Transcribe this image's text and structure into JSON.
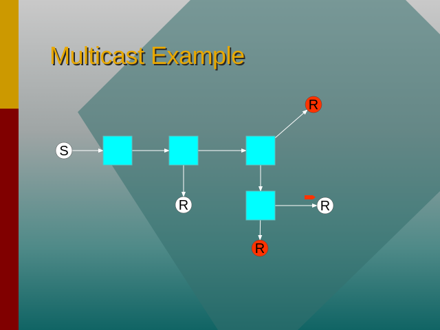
{
  "slide": {
    "title": "Multicast Example"
  },
  "diagram": {
    "nodes": [
      {
        "id": "S",
        "type": "host",
        "label": "S",
        "color": "#ffffff"
      },
      {
        "id": "r1",
        "type": "router",
        "label": "",
        "color": "#00ffff"
      },
      {
        "id": "r2",
        "type": "router",
        "label": "",
        "color": "#00ffff"
      },
      {
        "id": "r3",
        "type": "router",
        "label": "",
        "color": "#00ffff"
      },
      {
        "id": "r4",
        "type": "router",
        "label": "",
        "color": "#00ffff"
      },
      {
        "id": "R1",
        "type": "host",
        "label": "R",
        "color": "#ff3300"
      },
      {
        "id": "R2",
        "type": "host",
        "label": "R",
        "color": "#ffffff"
      },
      {
        "id": "R3",
        "type": "host",
        "label": "R",
        "color": "#ffffff"
      },
      {
        "id": "R4",
        "type": "host",
        "label": "R",
        "color": "#ff3300"
      }
    ],
    "edges": [
      {
        "from": "S",
        "to": "r1"
      },
      {
        "from": "r1",
        "to": "r2"
      },
      {
        "from": "r2",
        "to": "r3"
      },
      {
        "from": "r2",
        "to": "R2"
      },
      {
        "from": "r3",
        "to": "R1"
      },
      {
        "from": "r3",
        "to": "r4"
      },
      {
        "from": "r4",
        "to": "R3"
      },
      {
        "from": "r4",
        "to": "R4"
      }
    ]
  },
  "colors": {
    "accent_gold": "#cc9900",
    "accent_maroon": "#800000",
    "title": "#e8a800",
    "router": "#00ffff",
    "receiver_active": "#ff3300",
    "link": "#ffffff",
    "packet": "#ff3300"
  }
}
